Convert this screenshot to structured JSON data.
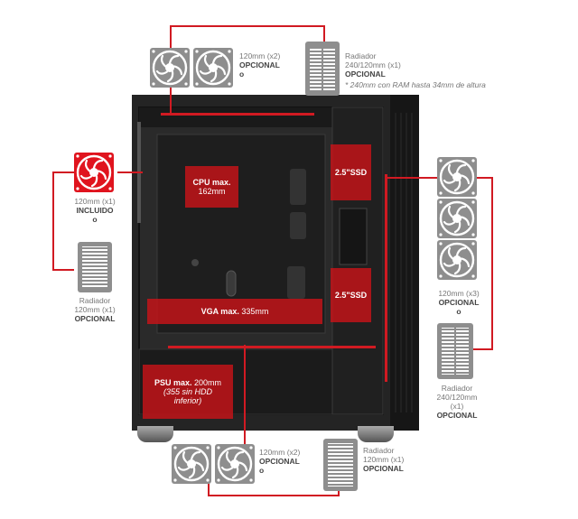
{
  "top": {
    "fans_l1": "120mm (x2)",
    "fans_l2": "OPCIONAL",
    "fans_l3": "o",
    "rad_l1": "Radiador",
    "rad_l2": "240/120mm (x1)",
    "rad_l3": "OPCIONAL",
    "rad_note": "* 240mm con RAM hasta 34mm de altura"
  },
  "left": {
    "fan_l1": "120mm (x1)",
    "fan_l2": "INCLUIDO",
    "fan_l3": "o",
    "rad_l1": "Radiador",
    "rad_l2": "120mm (x1)",
    "rad_l3": "OPCIONAL"
  },
  "right": {
    "fans_l1": "120mm (x3)",
    "fans_l2": "OPCIONAL",
    "fans_l3": "o",
    "rad_l1": "Radiador",
    "rad_l2": "240/120mm",
    "rad_l3": "(x1)",
    "rad_l4": "OPCIONAL"
  },
  "bottom": {
    "fans_l1": "120mm (x2)",
    "fans_l2": "OPCIONAL",
    "fans_l3": "o",
    "rad_l1": "Radiador",
    "rad_l2": "120mm (x1)",
    "rad_l3": "OPCIONAL"
  },
  "zones": {
    "cpu_l1": "CPU max.",
    "cpu_l2": "162mm",
    "ssd1": "2.5\"SSD",
    "ssd2": "2.5\"SSD",
    "vga_b": "VGA max.",
    "vga_n": "335mm",
    "psu_b": "PSU max.",
    "psu_n": "200mm",
    "psu_l2": "(355 sin HDD",
    "psu_l3": "inferior)"
  },
  "colors": {
    "accent": "#d11a22",
    "case": "#1c1c1c",
    "fan": "#8e8e8e"
  }
}
